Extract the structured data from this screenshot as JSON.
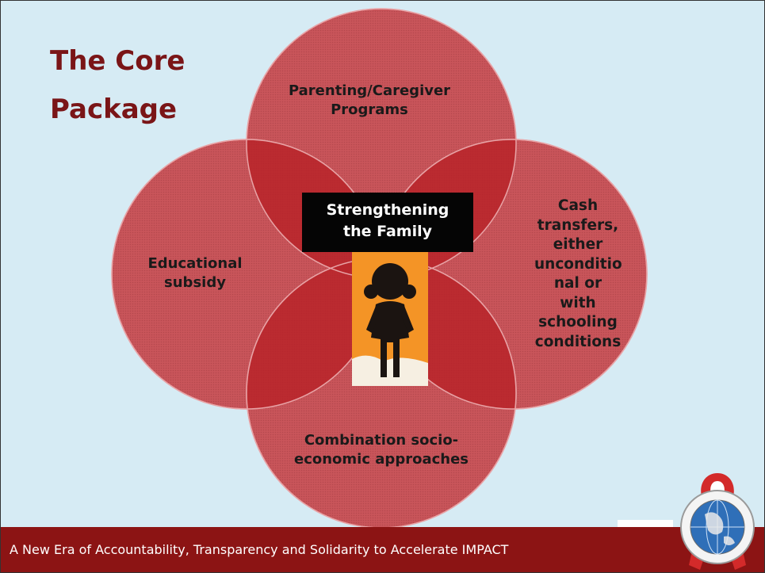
{
  "slide": {
    "title_line1": "The Core",
    "title_line2": "Package",
    "footer_text": "A New Era of Accountability, Transparency and Solidarity to Accelerate  IMPACT"
  },
  "venn": {
    "center_line1": "Strengthening",
    "center_line2": "the Family",
    "circles": [
      {
        "id": "top",
        "lines": [
          "Parenting/Caregiver",
          "Programs"
        ]
      },
      {
        "id": "left",
        "lines": [
          "Educational",
          "subsidy"
        ]
      },
      {
        "id": "right",
        "lines": [
          "Cash",
          "transfers,",
          "either",
          "unconditio",
          "nal or with",
          "schooling",
          "conditions"
        ]
      },
      {
        "id": "bottom",
        "lines": [
          "Combination socio-",
          "economic approaches"
        ]
      }
    ]
  },
  "colors": {
    "background": "#d6ebf4",
    "circle_fill": "#c8484d",
    "overlap_fill": "#b8262b",
    "title": "#7a1517",
    "footer_bar": "#8c1414",
    "center_box": "#050505",
    "child_bg": "#f08a1a"
  },
  "icons": {
    "child": "child-silhouette-icon",
    "seal": "pepfar-seal-icon"
  }
}
